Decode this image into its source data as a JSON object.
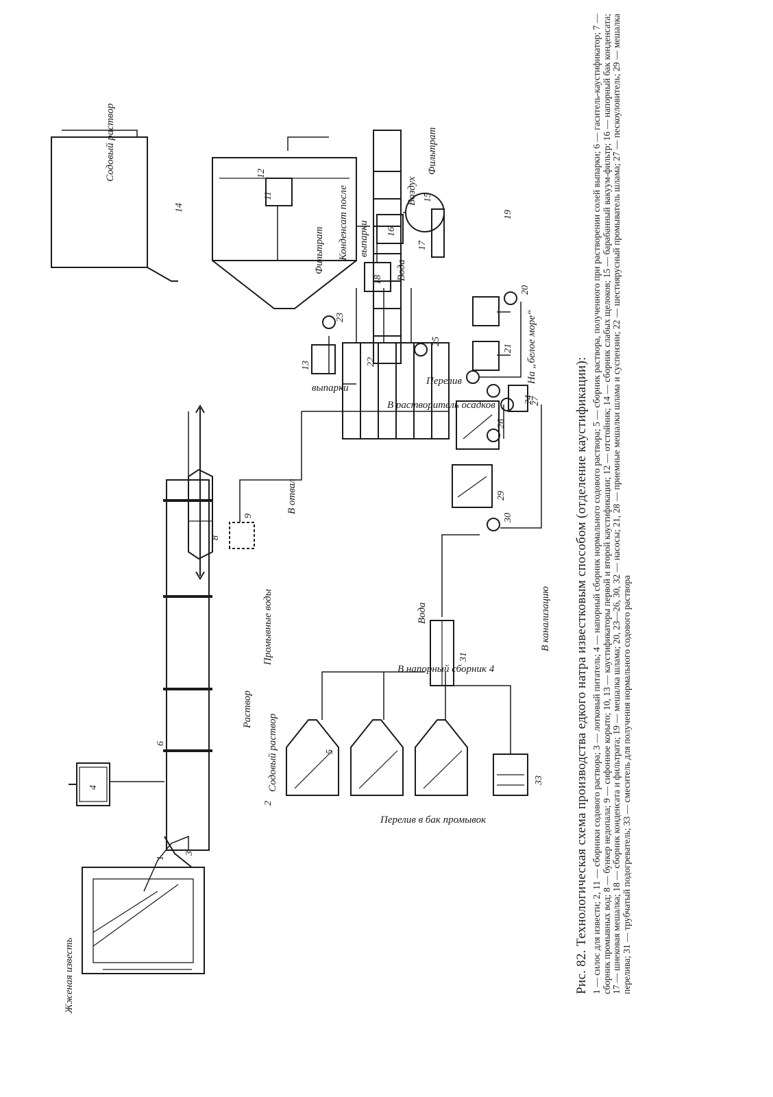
{
  "figure": {
    "title": "Рис. 82. Технологическая схема производства едкого натра известковым способом (отделение каустификации):",
    "legend": "1 — силос для извести; 2, 11 — сборники содового раствора; 3 — лотковый питатель; 4 — напорный сборник нормального содового раствора; 5 — сборник раствора, полученного при растворении солей выпарки; 6 — гаситель-каустификатор; 7 — сборник промывных вод; 8 — бункер недопала; 9 — сифонное корыто; 10, 13 — каустификаторы первой и второй каустификации; 12 — отстойник; 14 — сборник слабых щелоков; 15 — барабанный вакуум-фильтр; 16 — напорный бак конденсата; 17 — шнековая мешалка; 18 — сборник конденсата и фильтрата; 19 — мешалка шлама; 20, 23—26, 30, 32 — насосы; 21, 28 — приемные мешалки шлама и суспензии; 22 — шестиярусный промыватель шлама; 27 — пескоуловитель; 29 — мешалка перелива; 31 — трубчатый подогреватель; 33 — смеситель для получения нормального содового раствора"
  },
  "labels": {
    "burnt_lime": "Жженая известь",
    "overflow_to_wash_tank": "Перелив в бак промывок",
    "soda_solution": "Содовый раствор",
    "solution": "Раствор",
    "wash_waters": "Промывные воды",
    "to_pressure_collector": "В напорный сборник 4",
    "water_1": "Вода",
    "to_sewer": "В канализацию",
    "to_dump": "В отвал",
    "overflow": "Перелив",
    "soda_solution_2": "Содовый раствор",
    "to_sediment_dissolver": "В растворитель осадков",
    "evaporation": "выпарки",
    "filtrate_1": "Фильтрат",
    "condensate_after": "Конденсат после",
    "evaporation_2": "выпарки",
    "air": "Воздух",
    "filtrate_2": "Фильтрат",
    "water_2": "Вода",
    "to_white_sea": "На „белое море“"
  },
  "numbers": [
    "1",
    "2",
    "3",
    "4",
    "5",
    "6",
    "8",
    "9",
    "11",
    "12",
    "13",
    "14",
    "15",
    "16",
    "17",
    "18",
    "19",
    "20",
    "21",
    "22",
    "23",
    "24",
    "25",
    "26",
    "27",
    "29",
    "30",
    "31",
    "33"
  ]
}
